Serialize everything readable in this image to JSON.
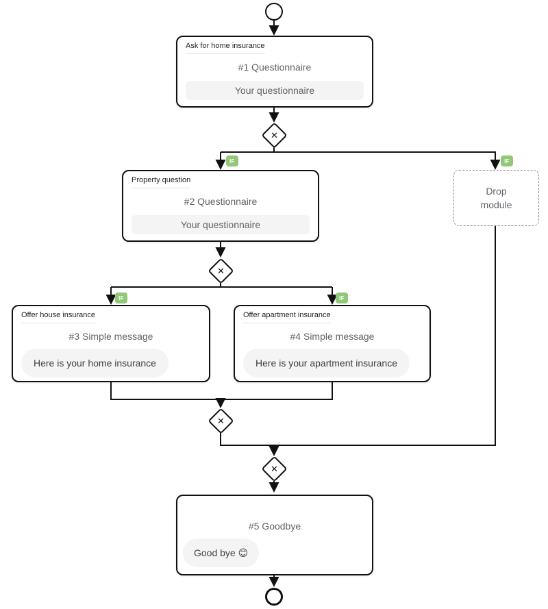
{
  "flow": {
    "badges": {
      "if_label": "IF"
    },
    "gateway": {
      "symbol": "✕"
    },
    "nodes": {
      "q1": {
        "title": "Ask for home insurance",
        "heading": "#1 Questionnaire",
        "field": "Your questionnaire"
      },
      "q2": {
        "title": "Property question",
        "heading": "#2 Questionnaire",
        "field": "Your questionnaire"
      },
      "drop": {
        "label": "Drop module"
      },
      "m3": {
        "title": "Offer house insurance",
        "heading": "#3 Simple message",
        "bubble": "Here is your home insurance"
      },
      "m4": {
        "title": "Offer apartment insurance",
        "heading": "#4 Simple message",
        "bubble": "Here is your apartment insurance"
      },
      "m5": {
        "heading": "#5 Goodbye",
        "bubble": "Good bye 😊"
      }
    },
    "colors": {
      "if_badge_green": "#90c878",
      "line_black": "#111111",
      "field_gray": "#f4f4f4"
    }
  }
}
